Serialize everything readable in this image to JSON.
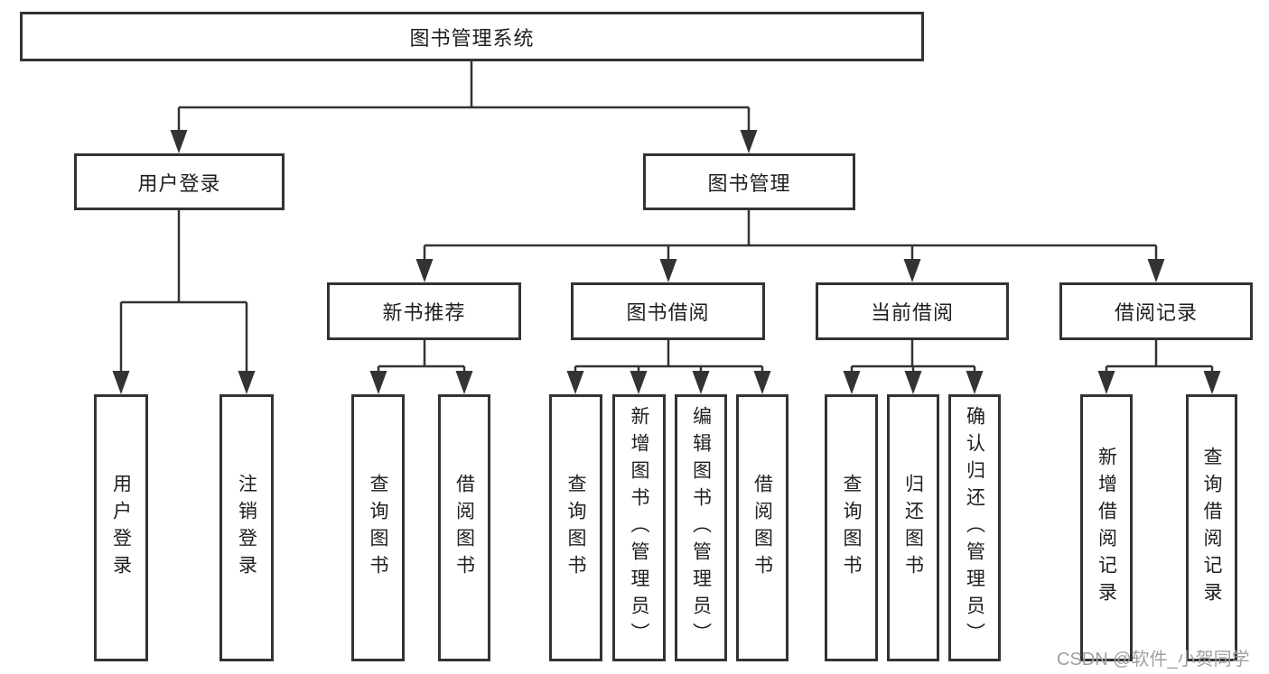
{
  "diagram_title": "图书管理系统",
  "tree": {
    "root": {
      "label": "图书管理系统",
      "children": [
        {
          "label": "用户登录",
          "children": [
            {
              "label": "用户登录"
            },
            {
              "label": "注销登录"
            }
          ]
        },
        {
          "label": "图书管理",
          "children": [
            {
              "label": "新书推荐",
              "children": [
                {
                  "label": "查询图书"
                },
                {
                  "label": "借阅图书"
                }
              ]
            },
            {
              "label": "图书借阅",
              "children": [
                {
                  "label": "查询图书"
                },
                {
                  "label": "新增图书（管理员）"
                },
                {
                  "label": "编辑图书（管理员）"
                },
                {
                  "label": "借阅图书"
                }
              ]
            },
            {
              "label": "当前借阅",
              "children": [
                {
                  "label": "查询图书"
                },
                {
                  "label": "归还图书"
                },
                {
                  "label": "确认归还（管理员）"
                }
              ]
            },
            {
              "label": "借阅记录",
              "children": [
                {
                  "label": "新增借阅记录"
                },
                {
                  "label": "查询借阅记录"
                }
              ]
            }
          ]
        }
      ]
    }
  },
  "watermark": {
    "text": "CSDN @软件_小贺同学"
  },
  "colors": {
    "line": "#333333",
    "text": "#1f1f1f",
    "watermark": "#a0a0a0",
    "background": "#ffffff"
  }
}
